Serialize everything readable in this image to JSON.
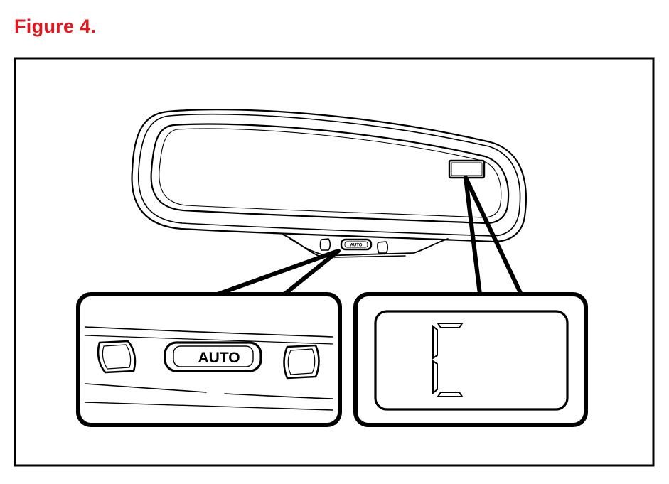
{
  "figure": {
    "title": "Figure 4."
  },
  "mirror": {
    "button_label": "AUTO",
    "display_reading": "C"
  },
  "colors": {
    "title": "#e8141b",
    "line": "#000000",
    "background": "#ffffff"
  },
  "icons": {
    "left_sensor": "sensor-window-icon",
    "right_sensor": "sensor-window-icon",
    "display_window": "lcd-display-icon"
  }
}
